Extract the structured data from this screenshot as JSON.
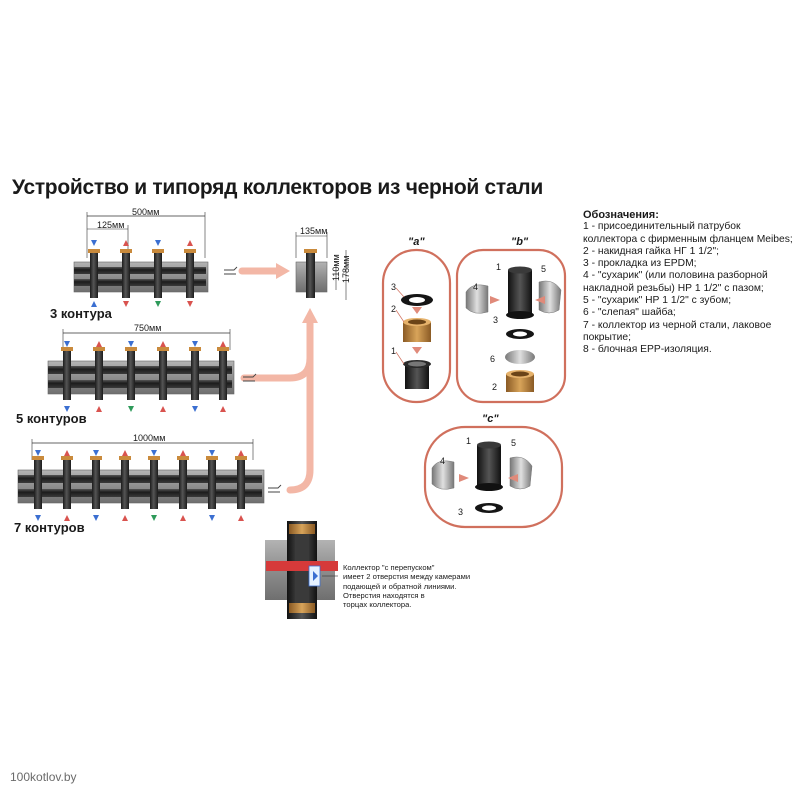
{
  "title": "Устройство и типоряд коллекторов из черной стали",
  "legend": {
    "heading": "Обозначения:",
    "items": [
      "1 - присоединительный патрубок коллектора с фирменным фланцем Meibes;",
      "2 - накидная гайка НГ 1 1/2\";",
      "3 - прокладка из EPDM;",
      "4 - \"сухарик\" (или половина разборной накладной резьбы) НР 1 1/2\" с пазом;",
      "5 - \"сухарик\" НР 1 1/2\" с зубом;",
      "6 - \"слепая\" шайба;",
      "7 - коллектор из черной стали, лаковое покрытие;",
      "8 - блочная EPP-изоляция."
    ]
  },
  "collectors": [
    {
      "label": "3 контура",
      "width": "500мм",
      "spacing": "125мм"
    },
    {
      "label": "5 контуров",
      "width": "750мм"
    },
    {
      "label": "7 контуров",
      "width": "1000мм"
    }
  ],
  "side_view": {
    "width": "135мм",
    "height_inner": "110мм",
    "height_outer": "178мм"
  },
  "panels": {
    "a": "\"a\"",
    "b": "\"b\"",
    "c": "\"c\""
  },
  "part_numbers": {
    "n1": "1",
    "n2": "2",
    "n3": "3",
    "n4": "4",
    "n5": "5",
    "n6": "6"
  },
  "bypass_note": [
    "Коллектор \"с перепуском\"",
    "имеет 2 отверстия между камерами",
    "подающей и обратной линиями.",
    "Отверстия находятся в",
    "торцах коллектора."
  ],
  "watermark": "100kotlov.by",
  "colors": {
    "accent": "#d9534f",
    "arrow": "#f2b6a6",
    "pipe": "#2b2b2b",
    "insulation": "#9a9a9a",
    "brass": "#b07a3a"
  }
}
